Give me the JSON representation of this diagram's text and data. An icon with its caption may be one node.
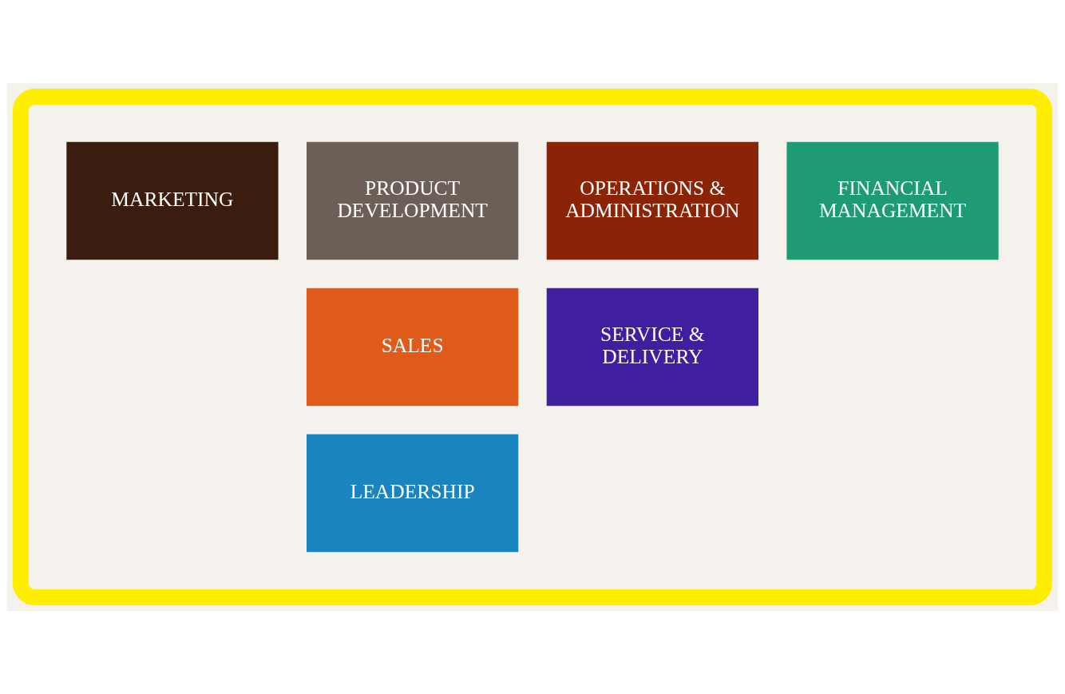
{
  "diagram": {
    "nodes": [
      {
        "text": [],
        "shape": "ellipse"
      },
      {
        "text": [
          "MARKETING"
        ],
        "in": 0
      },
      {
        "text": [
          "PRODUCT DEVELOPMENT"
        ],
        "in": 0
      },
      {
        "text": [
          "OPERATIONS & ADMINISTRATION"
        ],
        "in": 0
      },
      {
        "text": [
          "FINANCIAL MANAGEMENT"
        ],
        "in": 0
      },
      {
        "text": [
          "SALES"
        ],
        "in": 0
      },
      {
        "text": [
          "SERVICE & DELIVERY"
        ],
        "in": 0
      },
      {
        "text": [
          "LEADERSHIP"
        ],
        "in": 0
      }
    ],
    "edges": []
  }
}
